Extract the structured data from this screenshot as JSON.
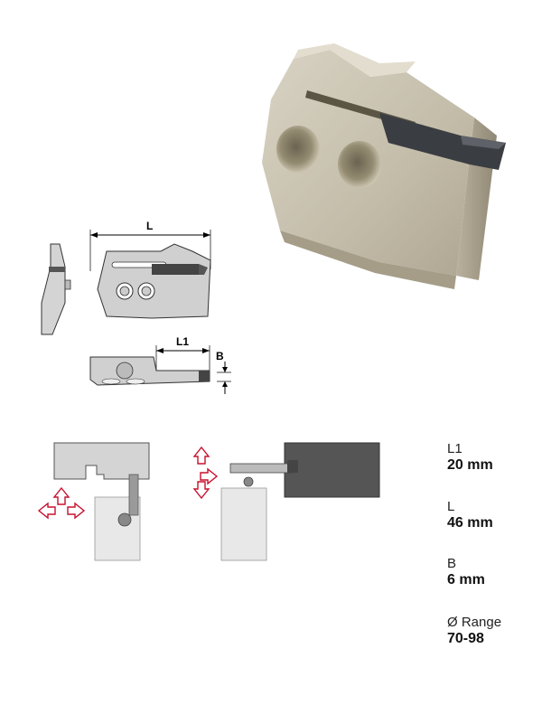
{
  "drawing_labels": {
    "L": "L",
    "L1": "L1",
    "B": "B"
  },
  "specs": [
    {
      "label": "L1",
      "value": "20 mm"
    },
    {
      "label": "L",
      "value": "46 mm"
    },
    {
      "label": "B",
      "value": "6 mm"
    },
    {
      "label": "Ø Range",
      "value": "70-98"
    }
  ],
  "colors": {
    "arrow": "#c8102e",
    "body": "#c9c2b2",
    "insert": "#3a3d42"
  },
  "icons": [
    "move-arrows-icon",
    "move-arrows-icon"
  ]
}
